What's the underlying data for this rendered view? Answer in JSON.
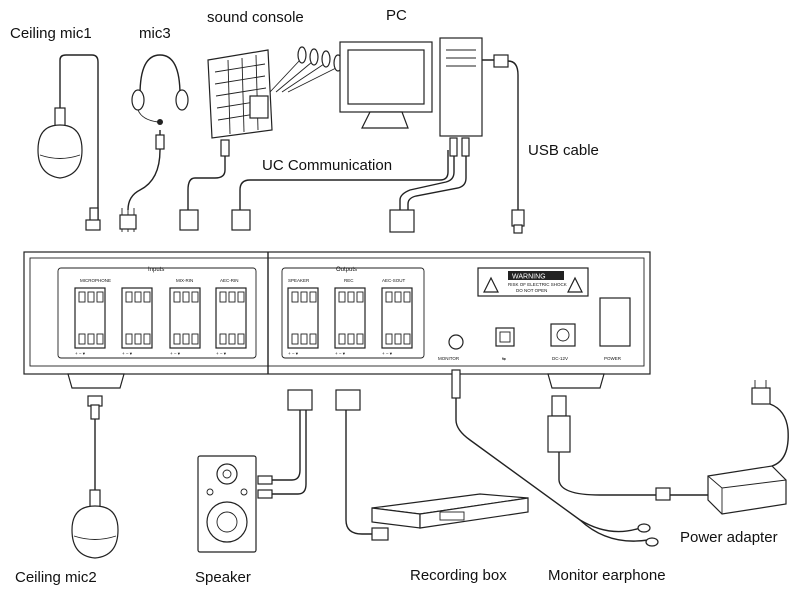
{
  "labels": {
    "ceiling_mic1": "Ceiling mic1",
    "mic3": "mic3",
    "sound_console": "sound console",
    "pc": "PC",
    "uc_communication": "UC Communication",
    "usb_cable": "USB cable",
    "ceiling_mic2": "Ceiling mic2",
    "speaker": "Speaker",
    "recording_box": "Recording box",
    "monitor_earphone": "Monitor earphone",
    "power_adapter": "Power adapter"
  },
  "panel": {
    "inputs_title": "Inputs",
    "outputs_title": "Outputs",
    "microphone": "MICROPHONE",
    "mix_rin": "MIX-RIN",
    "aec_rin": "AEC-RIN",
    "speaker": "SPEAKER",
    "rec": "REC",
    "aec_sout": "AEC-SOUT",
    "warning": "WARNING",
    "warning_line1": "RISK OF ELECTRIC SHOCK",
    "warning_line2": "DO NOT OPEN",
    "monitor": "MONITOR",
    "dc": "DC-12V",
    "power": "POWER",
    "terminal_marks": "+ − ▾"
  }
}
